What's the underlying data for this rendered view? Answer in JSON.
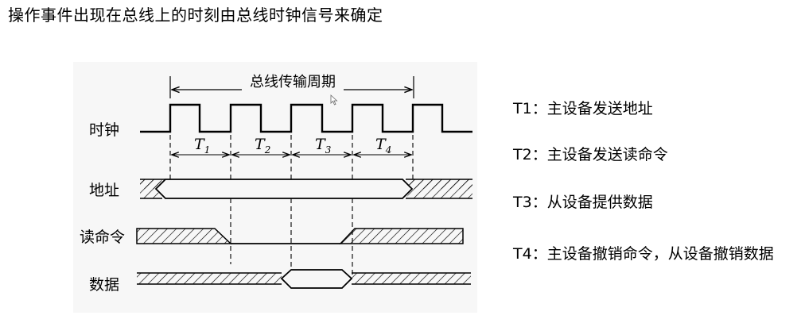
{
  "slide": {
    "title": "操作事件出现在总线上的时刻由总线时钟信号来确定"
  },
  "diagram": {
    "bus_cycle_label": "总线传输周期",
    "signals": [
      {
        "label": "时钟"
      },
      {
        "label": "地址"
      },
      {
        "label": "读命令"
      },
      {
        "label": "数据"
      }
    ],
    "periods": [
      {
        "label": "T",
        "sub": "1"
      },
      {
        "label": "T",
        "sub": "2"
      },
      {
        "label": "T",
        "sub": "3"
      },
      {
        "label": "T",
        "sub": "4"
      }
    ]
  },
  "notes": [
    {
      "text": "T1：主设备发送地址"
    },
    {
      "text": "T2：主设备发送读命令"
    },
    {
      "text": "T3：从设备提供数据"
    },
    {
      "text": "T4：主设备撤销命令，从设备撤销数据"
    }
  ],
  "icons": {
    "cursor": "mouse-cursor-icon"
  }
}
